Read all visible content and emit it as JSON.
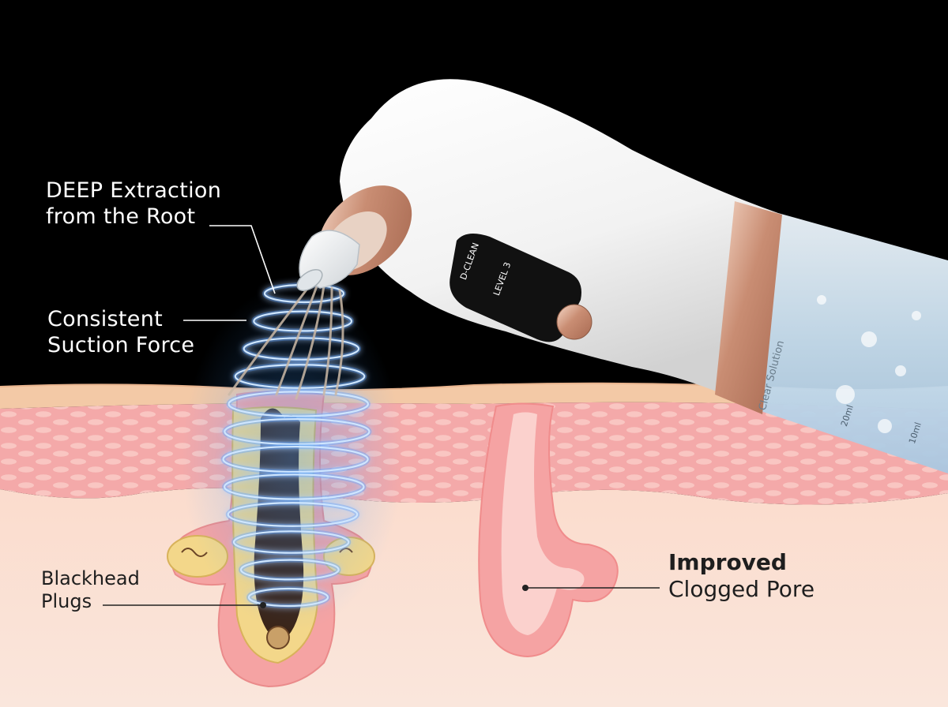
{
  "labels": {
    "deep_extraction": {
      "line1": "DEEP Extraction",
      "line2": "from the Root"
    },
    "suction_force": {
      "line1": "Consistent",
      "line2": "Suction Force"
    },
    "blackhead_plugs": {
      "line1": "Blackhead",
      "line2": "Plugs"
    },
    "improved_pore": {
      "line1": "Improved",
      "line2": "Clogged Pore"
    }
  },
  "device": {
    "brand": "D-CLEAN",
    "level": "LEVEL 3",
    "tank_label": "Clear Solution",
    "scale_marks": [
      "20ml",
      "10ml"
    ]
  },
  "colors": {
    "background": "#000000",
    "device_body": "#f4f4f4",
    "rose_gold": "#d4a088",
    "suction_glow": "#3f9bff",
    "skin_surface": "#f3c9a6",
    "skin_layer": "#f4a5a5",
    "dermis": "#fadbcc",
    "blackhead": "#3a2418",
    "sebum": "#f3d78a",
    "pore": "#f4a3a3"
  }
}
